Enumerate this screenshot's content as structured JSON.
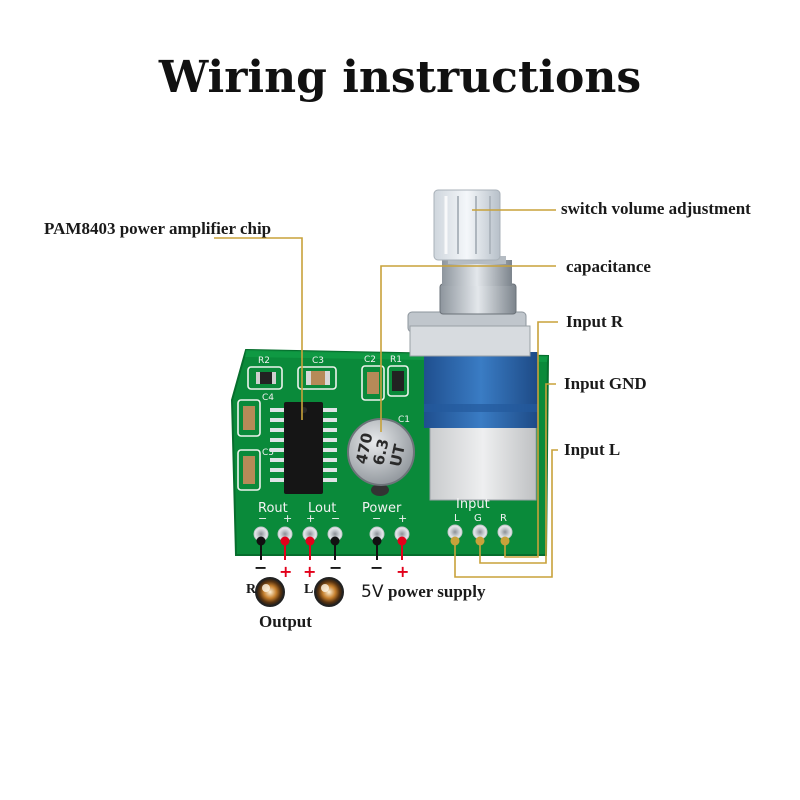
{
  "title": "Wiring instructions",
  "labels": {
    "chip": "PAM8403 power amplifier chip",
    "volume": "switch volume adjustment",
    "capacitance": "capacitance",
    "input_r": "Input R",
    "input_gnd": "Input GND",
    "input_l": "Input L",
    "five_v": "5V",
    "power_supply": "power supply",
    "output": "Output",
    "speaker_r": "R",
    "speaker_l": "L"
  },
  "signs": {
    "rout_neg": "−",
    "rout_pos": "+",
    "lout_pos": "+",
    "lout_neg": "−",
    "pwr_neg": "−",
    "pwr_pos": "+"
  },
  "board": {
    "rout": "Rout",
    "lout": "Lout",
    "power": "Power",
    "input": "Input",
    "pin_l": "L",
    "pin_g": "G",
    "pin_r": "R",
    "minus1": "−",
    "plus1": "+",
    "plus2": "+",
    "minus2": "−",
    "minus3": "−",
    "plus3": "+",
    "r2": "R2",
    "c3": "C3",
    "c2": "C2",
    "r1": "R1",
    "c1": "C1",
    "c4": "C4",
    "c5": "C5",
    "cap_line1": "470",
    "cap_line2": "6.3",
    "cap_line3": "UT"
  },
  "colors": {
    "pcb": "#0a8a3a",
    "leader": "#c8a23a",
    "positive": "#e2001a",
    "negative": "#111111",
    "knob_blue": "#2f6fb5"
  }
}
